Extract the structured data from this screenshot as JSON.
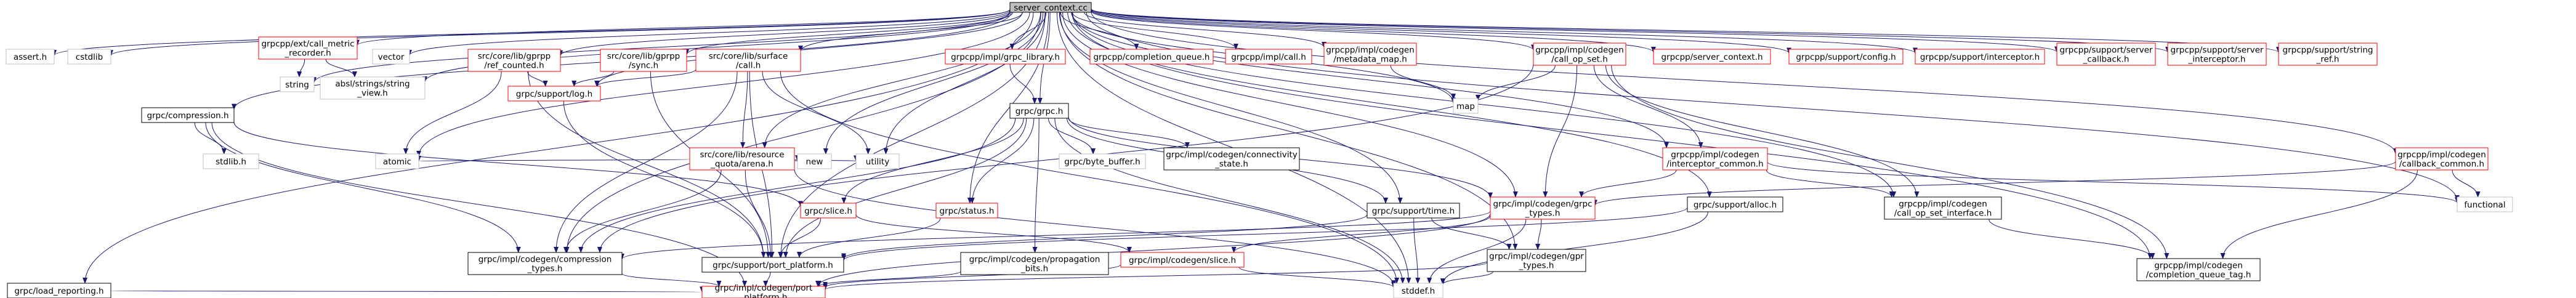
{
  "root": "server_context.cc",
  "nodes": [
    {
      "id": "root",
      "label": "server_context.cc",
      "style": "root"
    },
    {
      "id": "assert",
      "label": "assert.h",
      "style": "leaf"
    },
    {
      "id": "cstdlib",
      "label": "cstdlib",
      "style": "leaf"
    },
    {
      "id": "compression",
      "label": "grpc/compression.h",
      "style": "black"
    },
    {
      "id": "load_reporting",
      "label": "grpc/load_reporting.h",
      "style": "black"
    },
    {
      "id": "call_metric",
      "label": "grpcpp/ext/call_metric\n_recorder.h",
      "style": "red"
    },
    {
      "id": "vector",
      "label": "vector",
      "style": "leaf"
    },
    {
      "id": "string",
      "label": "string",
      "style": "leaf"
    },
    {
      "id": "stdlib",
      "label": "stdlib.h",
      "style": "leaf"
    },
    {
      "id": "ref_counted",
      "label": "src/core/lib/gprpp\n/ref_counted.h",
      "style": "red"
    },
    {
      "id": "sync",
      "label": "src/core/lib/gprpp\n/sync.h",
      "style": "red"
    },
    {
      "id": "surface_call",
      "label": "src/core/lib/surface\n/call.h",
      "style": "red"
    },
    {
      "id": "string_view",
      "label": "absl/strings/string\n_view.h",
      "style": "leaf"
    },
    {
      "id": "atomic",
      "label": "atomic",
      "style": "leaf"
    },
    {
      "id": "log",
      "label": "grpc/support/log.h",
      "style": "red"
    },
    {
      "id": "resource_quota",
      "label": "src/core/lib/resource\n_quota/arena.h",
      "style": "red"
    },
    {
      "id": "compression_types",
      "label": "grpc/impl/codegen/compression\n_types.h",
      "style": "black"
    },
    {
      "id": "port_platform",
      "label": "grpc/support/port_platform.h",
      "style": "black"
    },
    {
      "id": "codegen_port_platform",
      "label": "grpc/impl/codegen/port\n_platform.h",
      "style": "red"
    },
    {
      "id": "grpc_library",
      "label": "grpcpp/impl/grpc_library.h",
      "style": "red"
    },
    {
      "id": "grpc_h",
      "label": "grpc/grpc.h",
      "style": "black"
    },
    {
      "id": "new",
      "label": "new",
      "style": "leaf"
    },
    {
      "id": "utility",
      "label": "utility",
      "style": "leaf"
    },
    {
      "id": "slice",
      "label": "grpc/slice.h",
      "style": "red"
    },
    {
      "id": "status",
      "label": "grpc/status.h",
      "style": "red"
    },
    {
      "id": "byte_buffer",
      "label": "grpc/byte_buffer.h",
      "style": "leaf"
    },
    {
      "id": "connectivity",
      "label": "grpc/impl/codegen/connectivity\n_state.h",
      "style": "black"
    },
    {
      "id": "propagation_bits",
      "label": "grpc/impl/codegen/propagation\n_bits.h",
      "style": "black"
    },
    {
      "id": "codegen_slice",
      "label": "grpc/impl/codegen/slice.h",
      "style": "red"
    },
    {
      "id": "completion_queue",
      "label": "grpcpp/completion_queue.h",
      "style": "red"
    },
    {
      "id": "impl_call",
      "label": "grpcpp/impl/call.h",
      "style": "red"
    },
    {
      "id": "metadata_map",
      "label": "grpcpp/impl/codegen\n/metadata_map.h",
      "style": "red"
    },
    {
      "id": "call_op_set",
      "label": "grpcpp/impl/codegen\n/call_op_set.h",
      "style": "red"
    },
    {
      "id": "time",
      "label": "grpc/support/time.h",
      "style": "black"
    },
    {
      "id": "grpc_types",
      "label": "grpc/impl/codegen/grpc\n_types.h",
      "style": "red"
    },
    {
      "id": "gpr_types",
      "label": "grpc/impl/codegen/gpr\n_types.h",
      "style": "black"
    },
    {
      "id": "stddef",
      "label": "stddef.h",
      "style": "leaf"
    },
    {
      "id": "map",
      "label": "map",
      "style": "leaf"
    },
    {
      "id": "interceptor_common",
      "label": "grpcpp/impl/codegen\n/interceptor_common.h",
      "style": "red"
    },
    {
      "id": "alloc",
      "label": "grpc/support/alloc.h",
      "style": "black"
    },
    {
      "id": "call_op_set_interface",
      "label": "grpcpp/impl/codegen\n/call_op_set_interface.h",
      "style": "black"
    },
    {
      "id": "completion_queue_tag",
      "label": "grpcpp/impl/codegen\n/completion_queue_tag.h",
      "style": "black"
    },
    {
      "id": "server_context",
      "label": "grpcpp/server_context.h",
      "style": "red"
    },
    {
      "id": "support_config",
      "label": "grpcpp/support/config.h",
      "style": "red"
    },
    {
      "id": "support_interceptor",
      "label": "grpcpp/support/interceptor.h",
      "style": "red"
    },
    {
      "id": "server_callback",
      "label": "grpcpp/support/server\n_callback.h",
      "style": "red"
    },
    {
      "id": "server_interceptor",
      "label": "grpcpp/support/server\n_interceptor.h",
      "style": "red"
    },
    {
      "id": "string_ref",
      "label": "grpcpp/support/string\n_ref.h",
      "style": "red"
    },
    {
      "id": "callback_common",
      "label": "grpcpp/impl/codegen\n/callback_common.h",
      "style": "red"
    },
    {
      "id": "functional",
      "label": "functional",
      "style": "leaf"
    }
  ],
  "edges": [
    [
      "root",
      "assert"
    ],
    [
      "root",
      "cstdlib"
    ],
    [
      "root",
      "compression"
    ],
    [
      "root",
      "load_reporting"
    ],
    [
      "root",
      "call_metric"
    ],
    [
      "root",
      "vector"
    ],
    [
      "root",
      "string"
    ],
    [
      "root",
      "ref_counted"
    ],
    [
      "root",
      "sync"
    ],
    [
      "root",
      "surface_call"
    ],
    [
      "root",
      "string_view"
    ],
    [
      "root",
      "atomic"
    ],
    [
      "root",
      "log"
    ],
    [
      "root",
      "resource_quota"
    ],
    [
      "root",
      "new"
    ],
    [
      "root",
      "utility"
    ],
    [
      "root",
      "compression_types"
    ],
    [
      "root",
      "port_platform"
    ],
    [
      "root",
      "grpc_library"
    ],
    [
      "root",
      "grpc_h"
    ],
    [
      "root",
      "status"
    ],
    [
      "root",
      "completion_queue"
    ],
    [
      "root",
      "impl_call"
    ],
    [
      "root",
      "metadata_map"
    ],
    [
      "root",
      "call_op_set"
    ],
    [
      "root",
      "time"
    ],
    [
      "root",
      "grpc_types"
    ],
    [
      "root",
      "gpr_types"
    ],
    [
      "root",
      "stddef"
    ],
    [
      "root",
      "map"
    ],
    [
      "root",
      "interceptor_common"
    ],
    [
      "root",
      "alloc"
    ],
    [
      "root",
      "call_op_set_interface"
    ],
    [
      "root",
      "completion_queue_tag"
    ],
    [
      "root",
      "server_context"
    ],
    [
      "root",
      "support_config"
    ],
    [
      "root",
      "support_interceptor"
    ],
    [
      "root",
      "server_callback"
    ],
    [
      "root",
      "server_interceptor"
    ],
    [
      "root",
      "string_ref"
    ],
    [
      "root",
      "callback_common"
    ],
    [
      "root",
      "functional"
    ],
    [
      "compression",
      "stdlib"
    ],
    [
      "compression",
      "compression_types"
    ],
    [
      "compression",
      "slice"
    ],
    [
      "compression",
      "codegen_port_platform"
    ],
    [
      "load_reporting",
      "codegen_port_platform"
    ],
    [
      "call_metric",
      "string"
    ],
    [
      "call_metric",
      "string_view"
    ],
    [
      "ref_counted",
      "atomic"
    ],
    [
      "ref_counted",
      "log"
    ],
    [
      "ref_counted",
      "port_platform"
    ],
    [
      "sync",
      "log"
    ],
    [
      "sync",
      "port_platform"
    ],
    [
      "surface_call",
      "resource_quota"
    ],
    [
      "surface_call",
      "log"
    ],
    [
      "surface_call",
      "port_platform"
    ],
    [
      "surface_call",
      "compression_types"
    ],
    [
      "surface_call",
      "stddef"
    ],
    [
      "surface_call",
      "utility"
    ],
    [
      "log",
      "port_platform"
    ],
    [
      "resource_quota",
      "new"
    ],
    [
      "resource_quota",
      "utility"
    ],
    [
      "resource_quota",
      "atomic"
    ],
    [
      "resource_quota",
      "port_platform"
    ],
    [
      "resource_quota",
      "compression_types"
    ],
    [
      "resource_quota",
      "stddef"
    ],
    [
      "compression_types",
      "codegen_port_platform"
    ],
    [
      "port_platform",
      "codegen_port_platform"
    ],
    [
      "grpc_library",
      "grpc_h"
    ],
    [
      "grpc_h",
      "status"
    ],
    [
      "grpc_h",
      "slice"
    ],
    [
      "grpc_h",
      "byte_buffer"
    ],
    [
      "grpc_h",
      "connectivity"
    ],
    [
      "grpc_h",
      "propagation_bits"
    ],
    [
      "grpc_h",
      "time"
    ],
    [
      "grpc_h",
      "grpc_types"
    ],
    [
      "grpc_h",
      "compression_types"
    ],
    [
      "grpc_h",
      "port_platform"
    ],
    [
      "grpc_h",
      "stddef"
    ],
    [
      "slice",
      "codegen_slice"
    ],
    [
      "slice",
      "port_platform"
    ],
    [
      "status",
      "port_platform"
    ],
    [
      "propagation_bits",
      "codegen_port_platform"
    ],
    [
      "codegen_slice",
      "codegen_port_platform"
    ],
    [
      "codegen_slice",
      "stddef"
    ],
    [
      "metadata_map",
      "map"
    ],
    [
      "call_op_set",
      "map"
    ],
    [
      "call_op_set",
      "interceptor_common"
    ],
    [
      "call_op_set",
      "grpc_types"
    ],
    [
      "call_op_set",
      "call_op_set_interface"
    ],
    [
      "call_op_set",
      "completion_queue_tag"
    ],
    [
      "call_op_set",
      "compression_types"
    ],
    [
      "time",
      "gpr_types"
    ],
    [
      "time",
      "stddef"
    ],
    [
      "time",
      "port_platform"
    ],
    [
      "grpc_types",
      "compression_types"
    ],
    [
      "grpc_types",
      "gpr_types"
    ],
    [
      "grpc_types",
      "stddef"
    ],
    [
      "grpc_types",
      "codegen_slice"
    ],
    [
      "grpc_types",
      "codegen_port_platform"
    ],
    [
      "gpr_types",
      "stddef"
    ],
    [
      "gpr_types",
      "codegen_port_platform"
    ],
    [
      "interceptor_common",
      "functional"
    ],
    [
      "interceptor_common",
      "grpc_types"
    ],
    [
      "interceptor_common",
      "call_op_set_interface"
    ],
    [
      "alloc",
      "stddef"
    ],
    [
      "alloc",
      "port_platform"
    ],
    [
      "call_op_set_interface",
      "completion_queue_tag"
    ],
    [
      "callback_common",
      "functional"
    ],
    [
      "callback_common",
      "grpc_types"
    ],
    [
      "callback_common",
      "completion_queue_tag"
    ]
  ],
  "colors": {
    "edge": "#191970",
    "red_border": "#ff0000",
    "black_border": "#000000",
    "leaf_border": "#bfbfbf",
    "root_fill": "#bfbfbf",
    "node_fill": "#ffffff",
    "leaf_text": "#000000"
  }
}
